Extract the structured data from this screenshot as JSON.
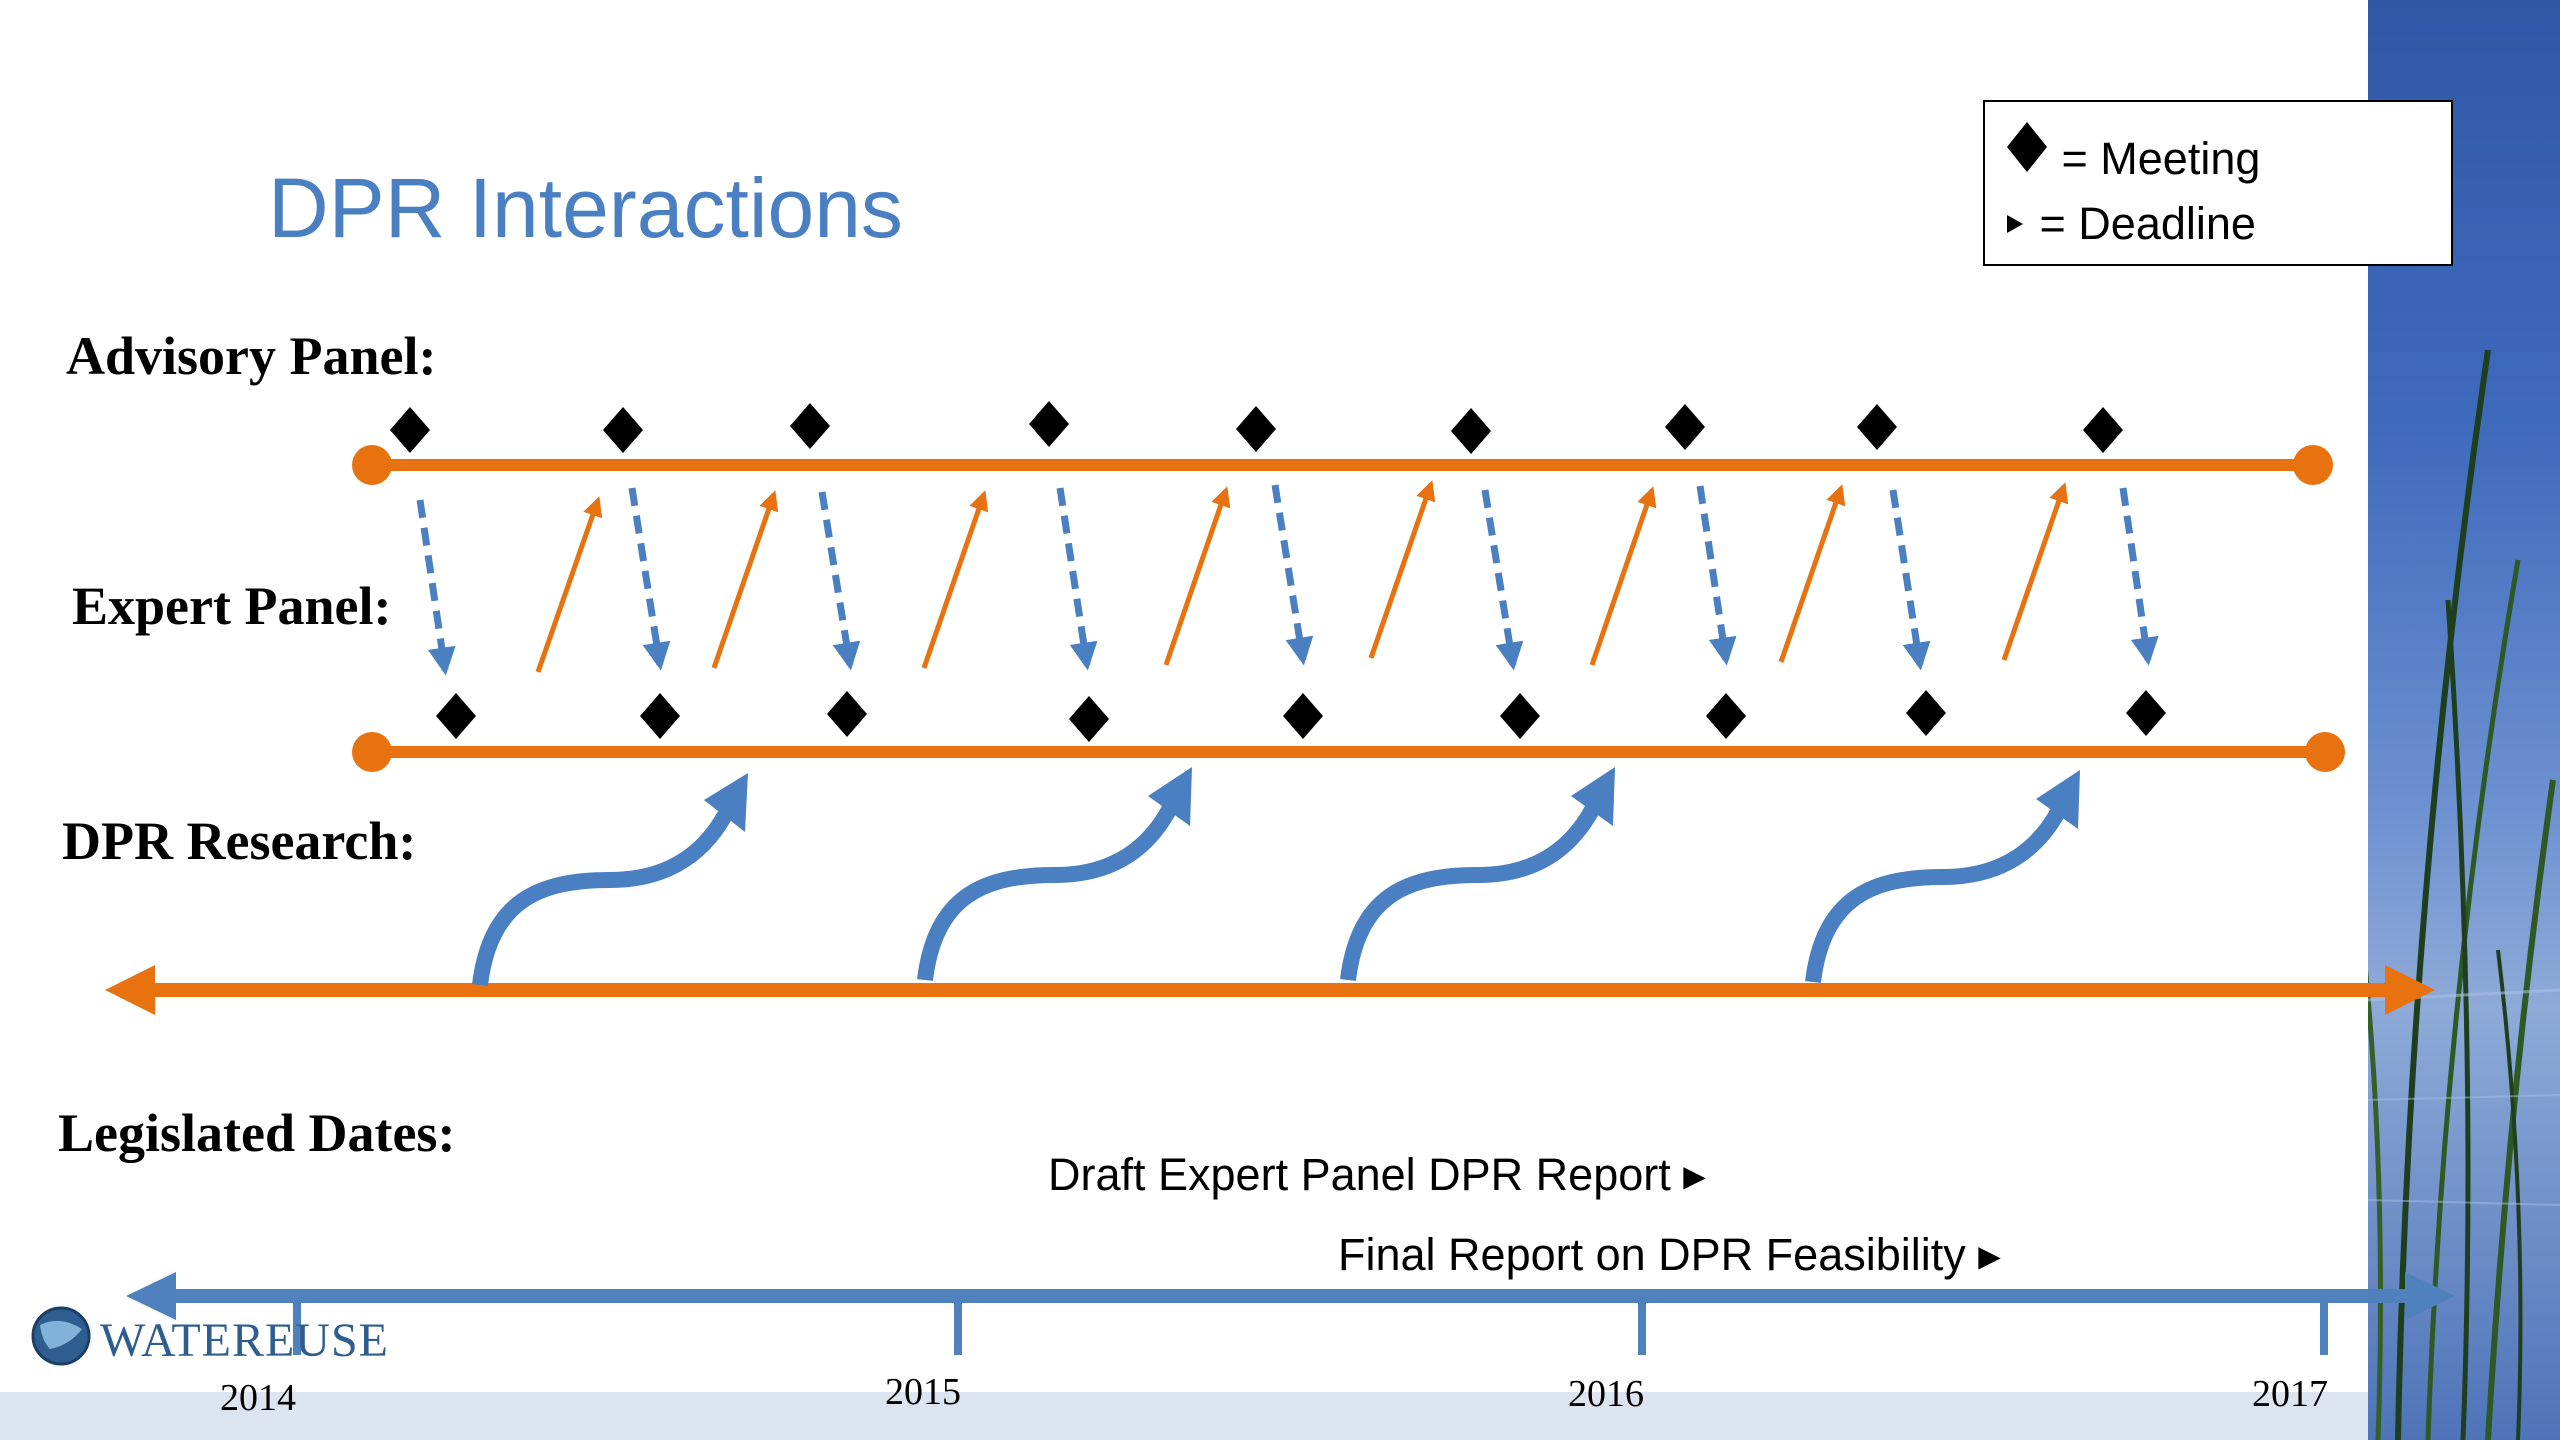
{
  "slide": {
    "title": "DPR Interactions",
    "sections": {
      "advisory": "Advisory Panel:",
      "expert": "Expert Panel:",
      "research": "DPR Research:",
      "legislated": "Legislated Dates:"
    },
    "legend": {
      "meeting_label": "= Meeting",
      "deadline_label": "= Deadline",
      "meeting_icon": "diamond-icon",
      "deadline_icon": "triangle-right-icon"
    },
    "deadlines": [
      {
        "label": "Draft Expert Panel DPR Report ▸"
      },
      {
        "label": "Final Report on DPR Feasibility ▸"
      }
    ],
    "years": [
      "2014",
      "2015",
      "2016",
      "2017"
    ],
    "logo": {
      "text": "WATEREUSE"
    },
    "colors": {
      "title": "#4a7fc1",
      "orange": "#e8720f",
      "blue": "#4a7fc1",
      "timeline_blue": "#4f81bd",
      "bottom_band": "#dce4ef"
    }
  }
}
